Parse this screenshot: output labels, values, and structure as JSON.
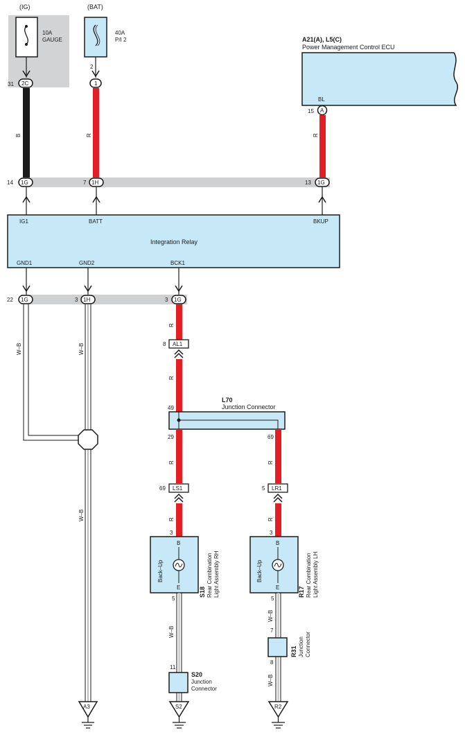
{
  "colors": {
    "red_wire": "#e31e24",
    "black_wire": "#1a1a1a",
    "component_fill": "#c6e8f7",
    "fuse_box_fill": "#d2d3d5",
    "bus_fill": "#cfd0d2"
  },
  "fuses": {
    "ig_supply": "(IG)",
    "ig_rating": "10A",
    "ig_name": "GAUGE",
    "bat_supply": "(BAT)",
    "bat_rating": "40A",
    "bat_name": "P/I 2",
    "bat_pin": "2"
  },
  "connectors": {
    "ig_fuse_pin": "31",
    "ig_fuse_conn": "2C",
    "bat_fuse_conn": "1",
    "ecu_pin": "15",
    "ecu_conn": "A",
    "row1_pin_a": "14",
    "row1_conn_a": "1G",
    "row1_pin_b": "7",
    "row1_conn_b": "1H",
    "row1_pin_c": "13",
    "row1_conn_c": "1G",
    "row2_pin_a": "22",
    "row2_conn_a": "1G",
    "row2_pin_b": "3",
    "row2_conn_b": "1H",
    "row2_pin_c": "3",
    "row2_conn_c": "1G",
    "al1_pin": "8",
    "al1_name": "AL1",
    "ls1_pin": "69",
    "ls1_name": "LS1",
    "lr1_pin": "5",
    "lr1_name": "LR1"
  },
  "ecu": {
    "code": "A21(A), L5(C)",
    "name": "Power Management Control ECU",
    "terminal": "BL"
  },
  "relay": {
    "name": "Integration Relay",
    "t_ig1": "IG1",
    "t_batt": "BATT",
    "t_bkup": "BKUP",
    "t_gnd1": "GND1",
    "t_gnd2": "GND2",
    "t_bck1": "BCK1"
  },
  "wires": {
    "b": "B",
    "r": "R",
    "wb": "W–B"
  },
  "l70": {
    "code": "L70",
    "name": "Junction Connector",
    "pin_in": "49",
    "pin_left": "29",
    "pin_right": "69"
  },
  "lamp_rh": {
    "pin_b": "3",
    "t_b": "B",
    "t_e": "E",
    "function": "Back–Up",
    "code": "S18",
    "name1": "Rear Combination",
    "name2": "Light Assembly RH",
    "pin_e": "5"
  },
  "lamp_lh": {
    "pin_b": "3",
    "t_b": "B",
    "t_e": "E",
    "function": "Back–Up",
    "code": "R17",
    "name1": "Rear Combination",
    "name2": "Light Assembly LH",
    "pin_e": "5"
  },
  "s20": {
    "pin": "11",
    "code": "S20",
    "name1": "Junction",
    "name2": "Connector"
  },
  "r31": {
    "pin_top": "7",
    "pin_bottom": "8",
    "code": "R31",
    "name1": "Junction",
    "name2": "Connector"
  },
  "grounds": {
    "a3": "A3",
    "s2": "S2",
    "r2": "R2"
  }
}
